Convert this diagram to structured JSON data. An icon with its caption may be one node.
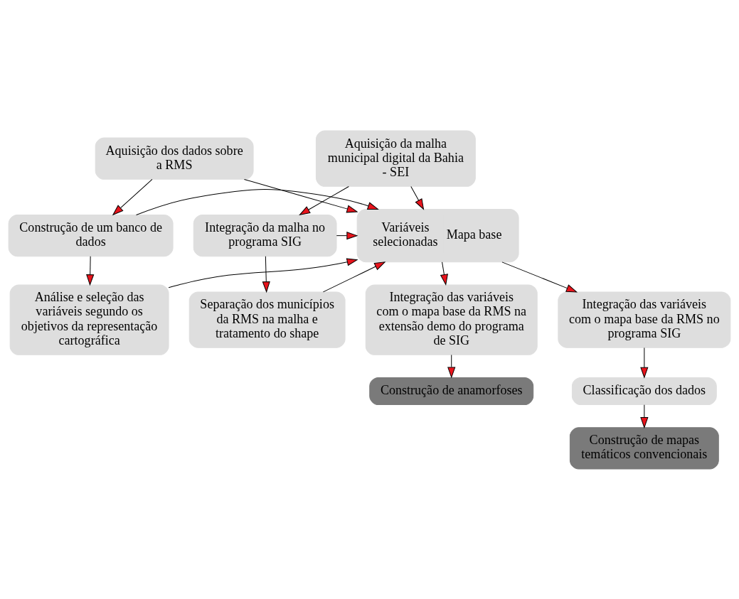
{
  "diagram": {
    "nodes": [
      {
        "text": [
          "Aquisição dos dados sobre a RMS"
        ]
      },
      {
        "text": [
          "Construção de um banco de dados"
        ]
      },
      {
        "text": [
          "Análise e seleção das variáveis segundo os objetivos da representação cartográfica"
        ]
      },
      {
        "text": [
          "Variáveis selecionadas",
          "Mapa base"
        ]
      },
      {
        "text": [
          "Aquisição da malha municipal digital da Bahia - SEI"
        ]
      },
      {
        "text": [
          "Integração da malha no programa SIG"
        ]
      },
      {
        "text": [
          "Separação dos municípios da RMS na malha e tratamento do shape"
        ]
      },
      {
        "text": [
          "Integração das variáveis com o mapa base da RMS na extensão demo do programa de SIG"
        ]
      },
      {
        "text": [
          "Integração das variáveis com o mapa base da RMS no programa SIG"
        ]
      },
      {
        "text": [
          "Classificação dos dados"
        ]
      },
      {
        "text": [
          "Construção de anamorfoses"
        ]
      },
      {
        "text": [
          "Construção de mapas temáticos convencionais"
        ]
      }
    ],
    "edges": [
      {
        "from": 0,
        "to": 1,
        "arrow": "to"
      },
      {
        "from": 1,
        "to": 2,
        "arrow": "to"
      },
      {
        "from": 0,
        "to": 3,
        "arrow": "to"
      },
      {
        "from": 1,
        "to": 3,
        "arrow": "to"
      },
      {
        "from": 2,
        "to": 3,
        "arrow": "to"
      },
      {
        "from": 4,
        "to": 5,
        "arrow": "to"
      },
      {
        "from": 5,
        "to": 6,
        "arrow": "to"
      },
      {
        "from": 4,
        "to": 3,
        "arrow": "to"
      },
      {
        "from": 5,
        "to": 3,
        "arrow": "to"
      },
      {
        "from": 6,
        "to": 3,
        "arrow": "to"
      },
      {
        "from": 3,
        "to": 7,
        "arrow": "to"
      },
      {
        "from": 3,
        "to": 8,
        "arrow": "to"
      },
      {
        "from": 7,
        "to": 10,
        "arrow": "to"
      },
      {
        "from": 8,
        "to": 9,
        "arrow": "to"
      },
      {
        "from": 9,
        "to": 11,
        "arrow": "to"
      }
    ]
  }
}
